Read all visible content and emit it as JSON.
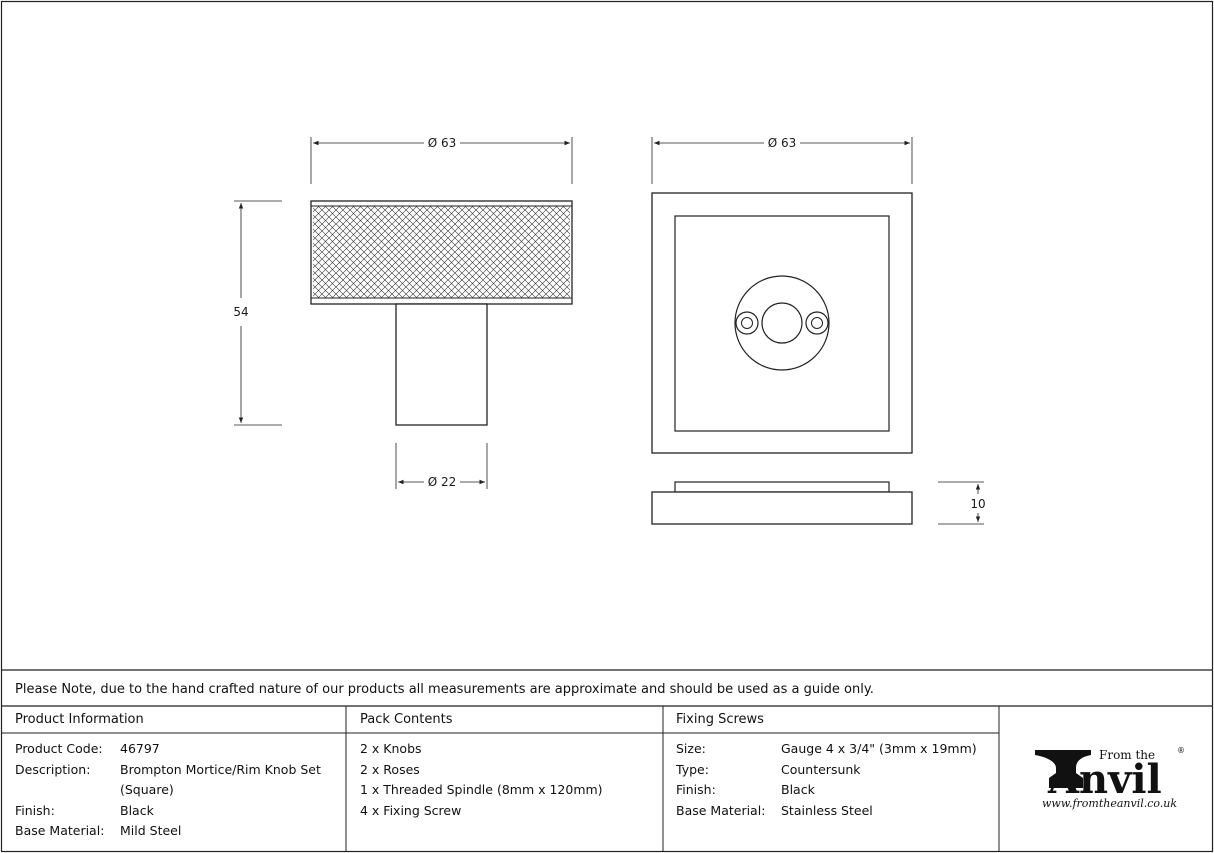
{
  "drawing": {
    "side_view": {
      "top_width_label": "Ø 63",
      "height_label": "54",
      "spindle_width_label": "Ø 22"
    },
    "rose_view": {
      "top_width_label": "Ø 63",
      "thickness_label": "10"
    }
  },
  "note": "Please Note, due to the hand crafted nature of our products all measurements are approximate and should be used as a guide only.",
  "product_info": {
    "heading": "Product Information",
    "rows": [
      {
        "label": "Product Code:",
        "value": "46797"
      },
      {
        "label": "Description:",
        "value": "Brompton Mortice/Rim Knob Set"
      },
      {
        "label": "",
        "value": "(Square)"
      },
      {
        "label": "Finish:",
        "value": "Black"
      },
      {
        "label": "Base Material:",
        "value": "Mild Steel"
      }
    ]
  },
  "pack_contents": {
    "heading": "Pack Contents",
    "items": [
      "2 x Knobs",
      "2 x Roses",
      "1 x Threaded Spindle (8mm x 120mm)",
      "4 x Fixing Screw"
    ]
  },
  "fixing_screws": {
    "heading": "Fixing Screws",
    "rows": [
      {
        "label": "Size:",
        "value": "Gauge 4 x 3/4\" (3mm x 19mm)"
      },
      {
        "label": "Type:",
        "value": "Countersunk"
      },
      {
        "label": "Finish:",
        "value": "Black"
      },
      {
        "label": "Base Material:",
        "value": "Stainless Steel"
      }
    ]
  },
  "logo": {
    "from_the": "From the",
    "registered": "®",
    "brand": "Anvil",
    "url": "www.fromtheanvil.co.uk"
  }
}
